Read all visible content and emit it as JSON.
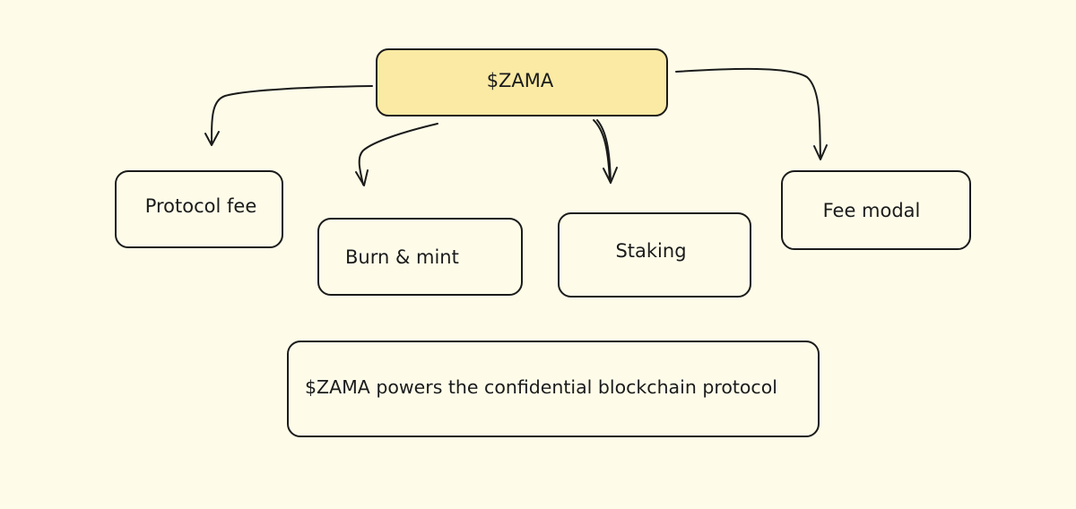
{
  "diagram": {
    "root": {
      "label": "$ZAMA",
      "fill": "#fbeaa4"
    },
    "children": [
      {
        "id": "protocol-fee",
        "label": "Protocol fee"
      },
      {
        "id": "burn-mint",
        "label": "Burn & mint"
      },
      {
        "id": "staking",
        "label": "Staking"
      },
      {
        "id": "fee-modal",
        "label": "Fee modal"
      }
    ],
    "caption": "$ZAMA powers the confidential blockchain protocol",
    "colors": {
      "background": "#fefce9",
      "stroke": "#1b1b1b",
      "root_fill": "#fbeaa4"
    }
  }
}
